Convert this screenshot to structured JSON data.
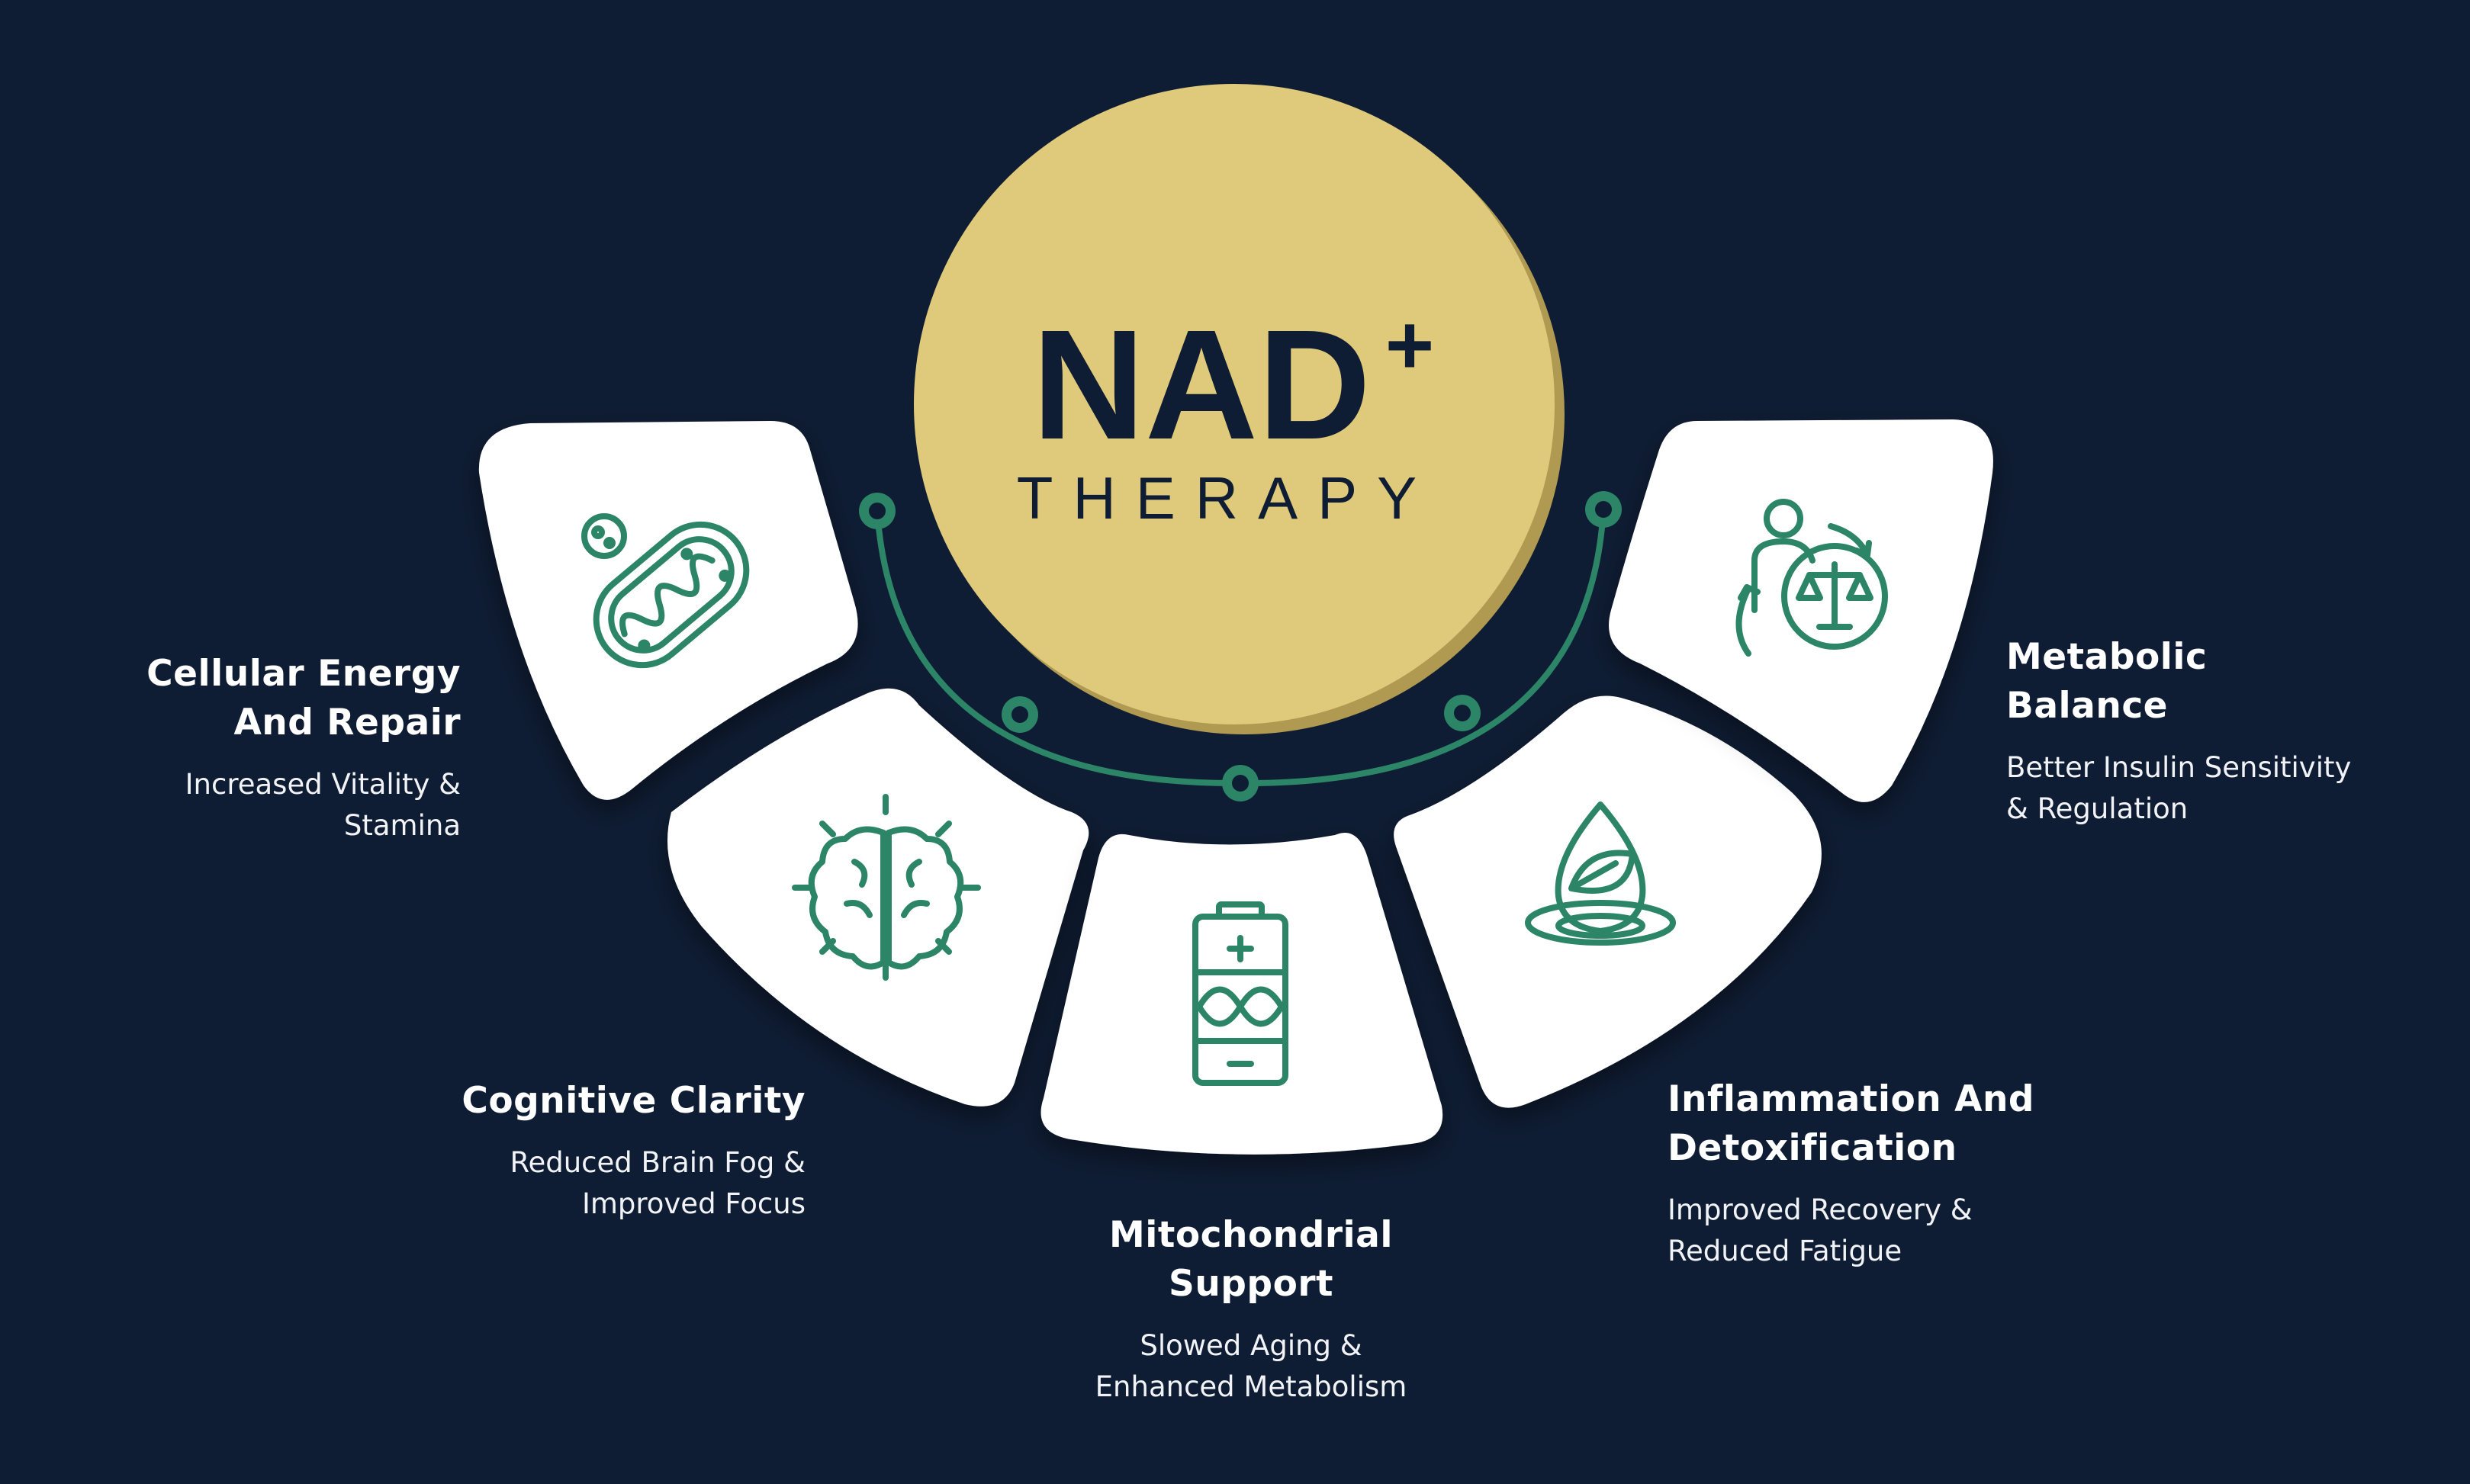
{
  "center": {
    "main": "NAD",
    "sup": "+",
    "sub": "THERAPY"
  },
  "colors": {
    "background": "#0f1d34",
    "gold": "#dfc97b",
    "gold_shadow": "#b09a52",
    "green": "#2b8566",
    "card": "#ffffff",
    "text_dark": "#0f1d34"
  },
  "benefits": [
    {
      "icon": "mitochondria-icon",
      "title_l1": "Cellular Energy",
      "title_l2": "And Repair",
      "desc_l1": "Increased Vitality &",
      "desc_l2": "Stamina"
    },
    {
      "icon": "brain-icon",
      "title_l1": "Cognitive Clarity",
      "title_l2": "",
      "desc_l1": "Reduced Brain Fog &",
      "desc_l2": "Improved Focus"
    },
    {
      "icon": "battery-icon",
      "title_l1": "Mitochondrial",
      "title_l2": "Support",
      "desc_l1": "Slowed Aging &",
      "desc_l2": "Enhanced Metabolism"
    },
    {
      "icon": "water-leaf-icon",
      "title_l1": "Inflammation And",
      "title_l2": "Detoxification",
      "desc_l1": "Improved Recovery &",
      "desc_l2": "Reduced Fatigue"
    },
    {
      "icon": "balance-person-icon",
      "title_l1": "Metabolic",
      "title_l2": "Balance",
      "desc_l1": "Better Insulin Sensitivity",
      "desc_l2": "& Regulation"
    }
  ]
}
